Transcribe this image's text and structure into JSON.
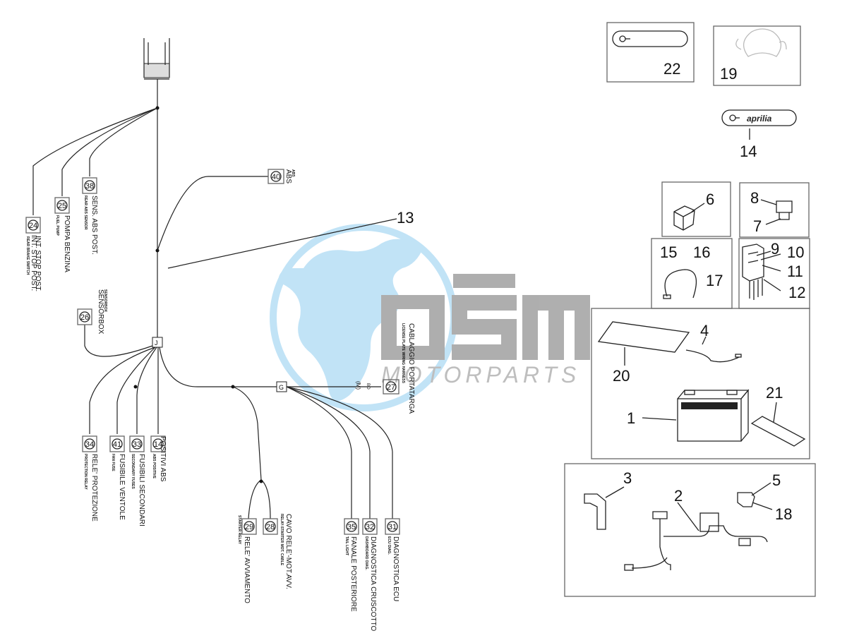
{
  "watermark": {
    "logo_text": "OSM",
    "subtitle": "MOTORPARTS",
    "colors": {
      "globe": "#7fc4ec",
      "letters": "#7a7a7a",
      "subtitle": "#9a9a9a"
    }
  },
  "harness": {
    "callout_13": "13",
    "junction_block_j": "J",
    "junction_block_g": "G",
    "lm_tag": "(M)",
    "bo_tag": "BO",
    "connectors": [
      {
        "num": "24",
        "main": "INT. STOP POST.",
        "sub": "REAR BRAKE SWITCH"
      },
      {
        "num": "25",
        "main": "POMPA BENZINA",
        "sub": "FUEL PUMP"
      },
      {
        "num": "38",
        "main": "SENS. ABS POST.",
        "sub": "REAR ABS SENSOR"
      },
      {
        "num": "40",
        "main": "ABS",
        "sub": "ABS"
      },
      {
        "num": "26",
        "main": "SENSORBOX",
        "sub": "SENSORBOX"
      },
      {
        "num": "34",
        "main": "RELE' PROTEZIONE",
        "sub": "PROTECTION RELAY"
      },
      {
        "num": "41",
        "main": "FUSIBILE VENTOLE",
        "sub": "FAN FUSE"
      },
      {
        "num": "33",
        "main": "FUSIBILI SECONDARI",
        "sub": "SECONDARY FUSES"
      },
      {
        "num": "14",
        "main": "POSITIVI ABS",
        "sub": "ABS POSITIVE"
      },
      {
        "num": "27",
        "main": "CABLAGGIO PORTATARGA",
        "sub": "LICENSE PLATE WIRING HARNESS"
      },
      {
        "num": "29",
        "main": "RELE' AVVIAMENTO",
        "sub": "STARTER RELAY"
      },
      {
        "num": "28",
        "main": "CAVO RELE'-MOT.AVV.",
        "sub": "RELAY-STARTER MOT. CABLE"
      },
      {
        "num": "35",
        "main": "FANALE POSTERIORE",
        "sub": "TAIL LIGHT"
      },
      {
        "num": "32",
        "main": "DIAGNOSTICA CRUSCOTTO",
        "sub": "DASHBOARD DIAG."
      },
      {
        "num": "31",
        "main": "DIAGNOSTICA ECU",
        "sub": "ECU DIAG."
      }
    ]
  },
  "parts": {
    "callout_22": "22",
    "callout_19": "19",
    "callout_14": "14",
    "aprilia_logo": "aprilia",
    "callout_6": "6",
    "callout_8": "8",
    "callout_7": "7",
    "callout_15": "15",
    "callout_16": "16",
    "callout_17": "17",
    "callout_9": "9",
    "callout_10": "10",
    "callout_11": "11",
    "callout_12": "12",
    "callout_20": "20",
    "callout_4": "4",
    "callout_1": "1",
    "callout_21": "21",
    "callout_3": "3",
    "callout_2": "2",
    "callout_5": "5",
    "callout_18": "18"
  }
}
